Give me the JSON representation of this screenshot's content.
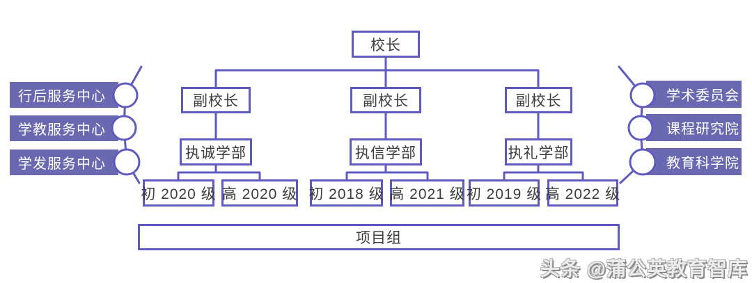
{
  "org_chart": {
    "root": "校长",
    "columns": [
      {
        "vice": "副校长",
        "dept": "执诚学部",
        "grades": [
          "初 2020 级",
          "高 2020 级"
        ]
      },
      {
        "vice": "副校长",
        "dept": "执信学部",
        "grades": [
          "初 2018 级",
          "高 2021 级"
        ]
      },
      {
        "vice": "副校长",
        "dept": "执礼学部",
        "grades": [
          "初 2019 级",
          "高 2022 级"
        ]
      }
    ],
    "left_branches": [
      "行后服务中心",
      "学教服务中心",
      "学发服务中心"
    ],
    "right_branches": [
      "学术委员会",
      "课程研究院",
      "教育科学院"
    ],
    "bottom": "项目组"
  },
  "watermark": "头条 @蒲公英教育智库",
  "colors": {
    "line": "#5e5abf",
    "branch_fill": "#6b68b2",
    "box_text": "#3d3d3d",
    "background": "#ffffff"
  }
}
